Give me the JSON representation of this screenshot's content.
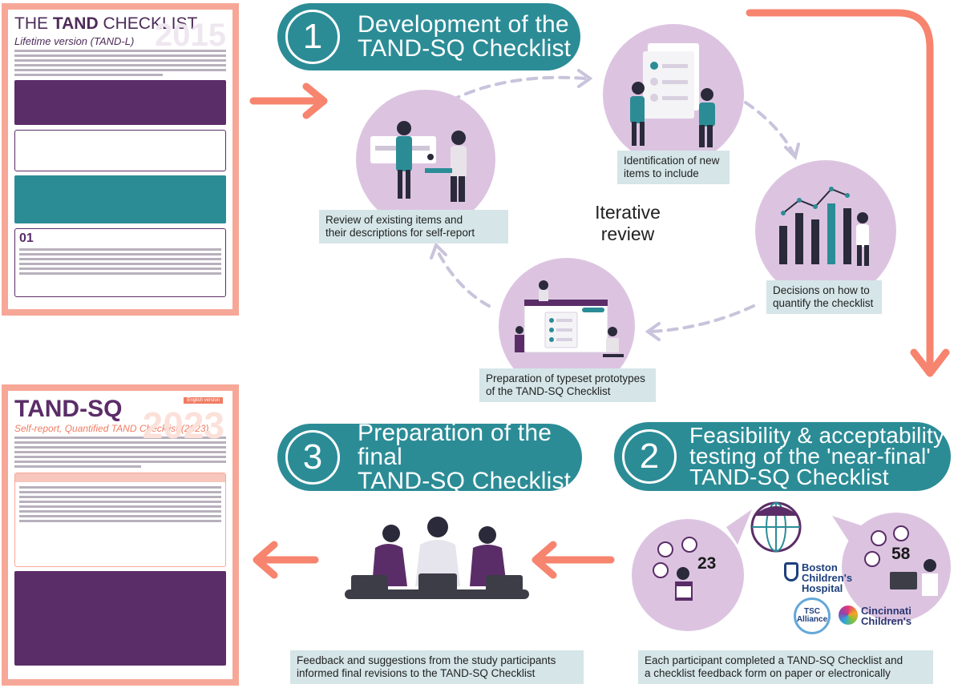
{
  "step1": {
    "num": "1",
    "title": "Development of the\nTAND-SQ Checklist"
  },
  "step2": {
    "num": "2",
    "title": "Feasibility & acceptability\ntesting of the 'near-final'\nTAND-SQ Checklist"
  },
  "step3": {
    "num": "3",
    "title": "Preparation of the final\nTAND-SQ Checklist"
  },
  "iterative": "Iterative\nreview",
  "captions": {
    "review": "Review of existing items and\ntheir descriptions for self-report",
    "identify": "Identification of new\nitems to include",
    "quantify": "Decisions on how to\nquantify the checklist",
    "typeset": "Preparation of typeset prototypes\nof the TAND-SQ Checklist",
    "participants": "Each participant completed a TAND-SQ Checklist and\na checklist feedback form on paper or electronically",
    "feedback": "Feedback and suggestions from the study participants\ninformed final revisions to the TAND-SQ Checklist"
  },
  "counts": {
    "left": "23",
    "right": "58"
  },
  "logos": {
    "boston": "Boston\nChildren's\nHospital",
    "tsc": "TSC\nAlliance",
    "cincinnati": "Cincinnati\nChildren's"
  },
  "docL": {
    "title_pre": "THE ",
    "title_bold": "TAND",
    "title_post": " CHECKLIST",
    "subtitle": "Lifetime version (TAND-L)",
    "ghost": "2015",
    "q_num": "01"
  },
  "docSQ": {
    "title": "TAND-SQ",
    "subtitle": "Self-report, Quantified TAND Checklist (2023)",
    "ghost": "2023",
    "tag": "English version"
  },
  "colors": {
    "teal": "#2b8c96",
    "coral": "#f7846e",
    "lilac": "#dcc4e1",
    "caption": "#d5e5e8",
    "purple": "#5b2d68"
  }
}
